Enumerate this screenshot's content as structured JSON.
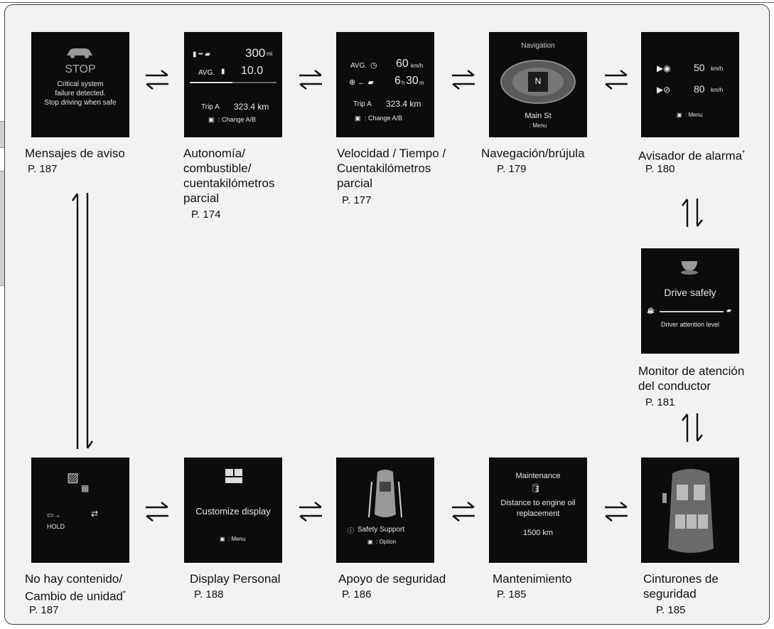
{
  "screens": {
    "warning": {
      "label": "Mensajes de aviso",
      "page": "P. 187",
      "content": {
        "stop": "STOP",
        "line1": "Critical system",
        "line2": "failure detected.",
        "line3": "Stop driving when safe"
      }
    },
    "range": {
      "label_line1": "Autonomía/",
      "label_line2": "combustible/",
      "label_line3": "cuentakilómetros",
      "label_line4": "parcial",
      "page": "P. 174",
      "content": {
        "range_value": "300",
        "range_unit": "mi",
        "avg_label": "AVG.",
        "avg_value": "10.0",
        "trip_label": "Trip A",
        "trip_value": "323.4 km",
        "change": ": Change A/B"
      }
    },
    "speed": {
      "label_line1": "Velocidad / Tiempo /",
      "label_line2": "Cuentakilómetros",
      "label_line3": "parcial",
      "page": "P. 177",
      "content": {
        "avg_label": "AVG.",
        "speed_value": "60",
        "speed_unit": "km/h",
        "time_h": "6",
        "time_m": "30",
        "trip_label": "Trip A",
        "trip_value": "323.4 km",
        "change": ": Change A/B"
      }
    },
    "nav": {
      "label": "Navegación/brújula",
      "page": "P. 179",
      "content": {
        "title": "Navigation",
        "heading": "N",
        "street": "Main St",
        "menu": ": Menu"
      }
    },
    "alarm": {
      "label": "Avisador de alarma",
      "star": "*",
      "page": "P. 180",
      "content": {
        "value1": "50",
        "unit1": "km/h",
        "value2": "80",
        "unit2": "km/h",
        "menu": ": Menu"
      }
    },
    "attention": {
      "label_line1": "Monitor de atención",
      "label_line2": "del conductor",
      "page": "P. 181",
      "content": {
        "title": "Drive safely",
        "subtitle": "Driver attention level"
      }
    },
    "seatbelt": {
      "label_line1": "Cinturones de",
      "label_line2": "seguridad",
      "page": "P. 185"
    },
    "maintenance": {
      "label": "Mantenimiento",
      "page": "P. 185",
      "content": {
        "title": "Maintenance",
        "line1": "Distance to engine oil",
        "line2": "replacement",
        "value": "1500 km"
      }
    },
    "safety": {
      "label": "Apoyo de seguridad",
      "page": "P. 186",
      "content": {
        "text": "Safety Support",
        "option": ": Option"
      }
    },
    "display": {
      "label": "Display Personal",
      "page": "P. 188",
      "content": {
        "title": "Customize display",
        "menu": ": Menu"
      }
    },
    "nocontent": {
      "label_line1": "No hay contenido/",
      "label_line2": "Cambio de unidad",
      "star": "*",
      "page": "P. 187",
      "content": {
        "hold": "HOLD"
      }
    }
  },
  "colors": {
    "frame_bg": "#f2f2f2",
    "screen_bg": "#0c0c0c",
    "arrow": "#111111"
  }
}
